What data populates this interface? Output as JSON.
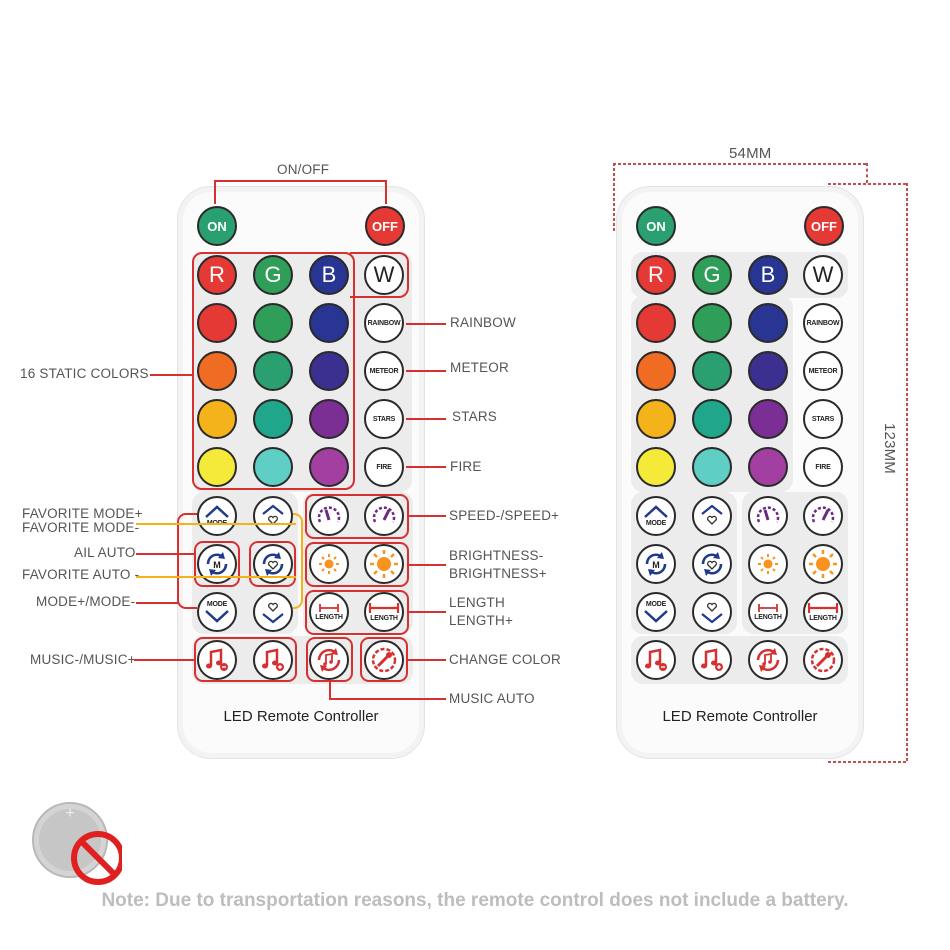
{
  "colors": {
    "red": "#e53935",
    "green": "#2e9e58",
    "blue": "#283593",
    "orange": "#ef6c22",
    "emerald": "#2aa070",
    "indigo": "#3b2f8f",
    "yellow_orange": "#f4b21b",
    "teal": "#20a68b",
    "purple": "#7b2f94",
    "yellow": "#f5ea3a",
    "aqua": "#5fcfc6",
    "magenta": "#a23fa0",
    "highlight": "#d63031",
    "leader_yellow": "#f3b21a"
  },
  "remote": {
    "on_label": "ON",
    "off_label": "OFF",
    "rgbw": [
      "R",
      "G",
      "B",
      "W"
    ],
    "effects": [
      "RAINBOW",
      "METEOR",
      "STARS",
      "FIRE"
    ],
    "mode_label": "MODE",
    "m_label": "M",
    "length_label": "LENGTH",
    "brand": "LED Remote Controller"
  },
  "callouts": {
    "onoff": "ON/OFF",
    "static_colors": "16 STATIC COLORS",
    "rainbow": "RAINBOW",
    "meteor": "METEOR",
    "stars": "STARS",
    "fire": "FIRE",
    "favorite_mode_plus": "FAVORITE MODE+",
    "favorite_mode_minus": "FAVORITE MODE-",
    "ail_auto": "AIL AUTO",
    "favorite_auto": "FAVORITE AUTO -",
    "mode_plus_minus": "MODE+/MODE-",
    "music_minus_plus": "MUSIC-/MUSIC+",
    "speed": "SPEED-/SPEED+",
    "brightness_minus": "BRIGHTNESS-",
    "brightness_plus": "BRIGHTNESS+",
    "length": "LENGTH",
    "length_plus": "LENGTH+",
    "change_color": "CHANGE COLOR",
    "music_auto": "MUSIC AUTO"
  },
  "dimensions": {
    "width": "54MM",
    "height": "123MM"
  },
  "note": "Note: Due to transportation reasons, the remote control does not include a battery."
}
